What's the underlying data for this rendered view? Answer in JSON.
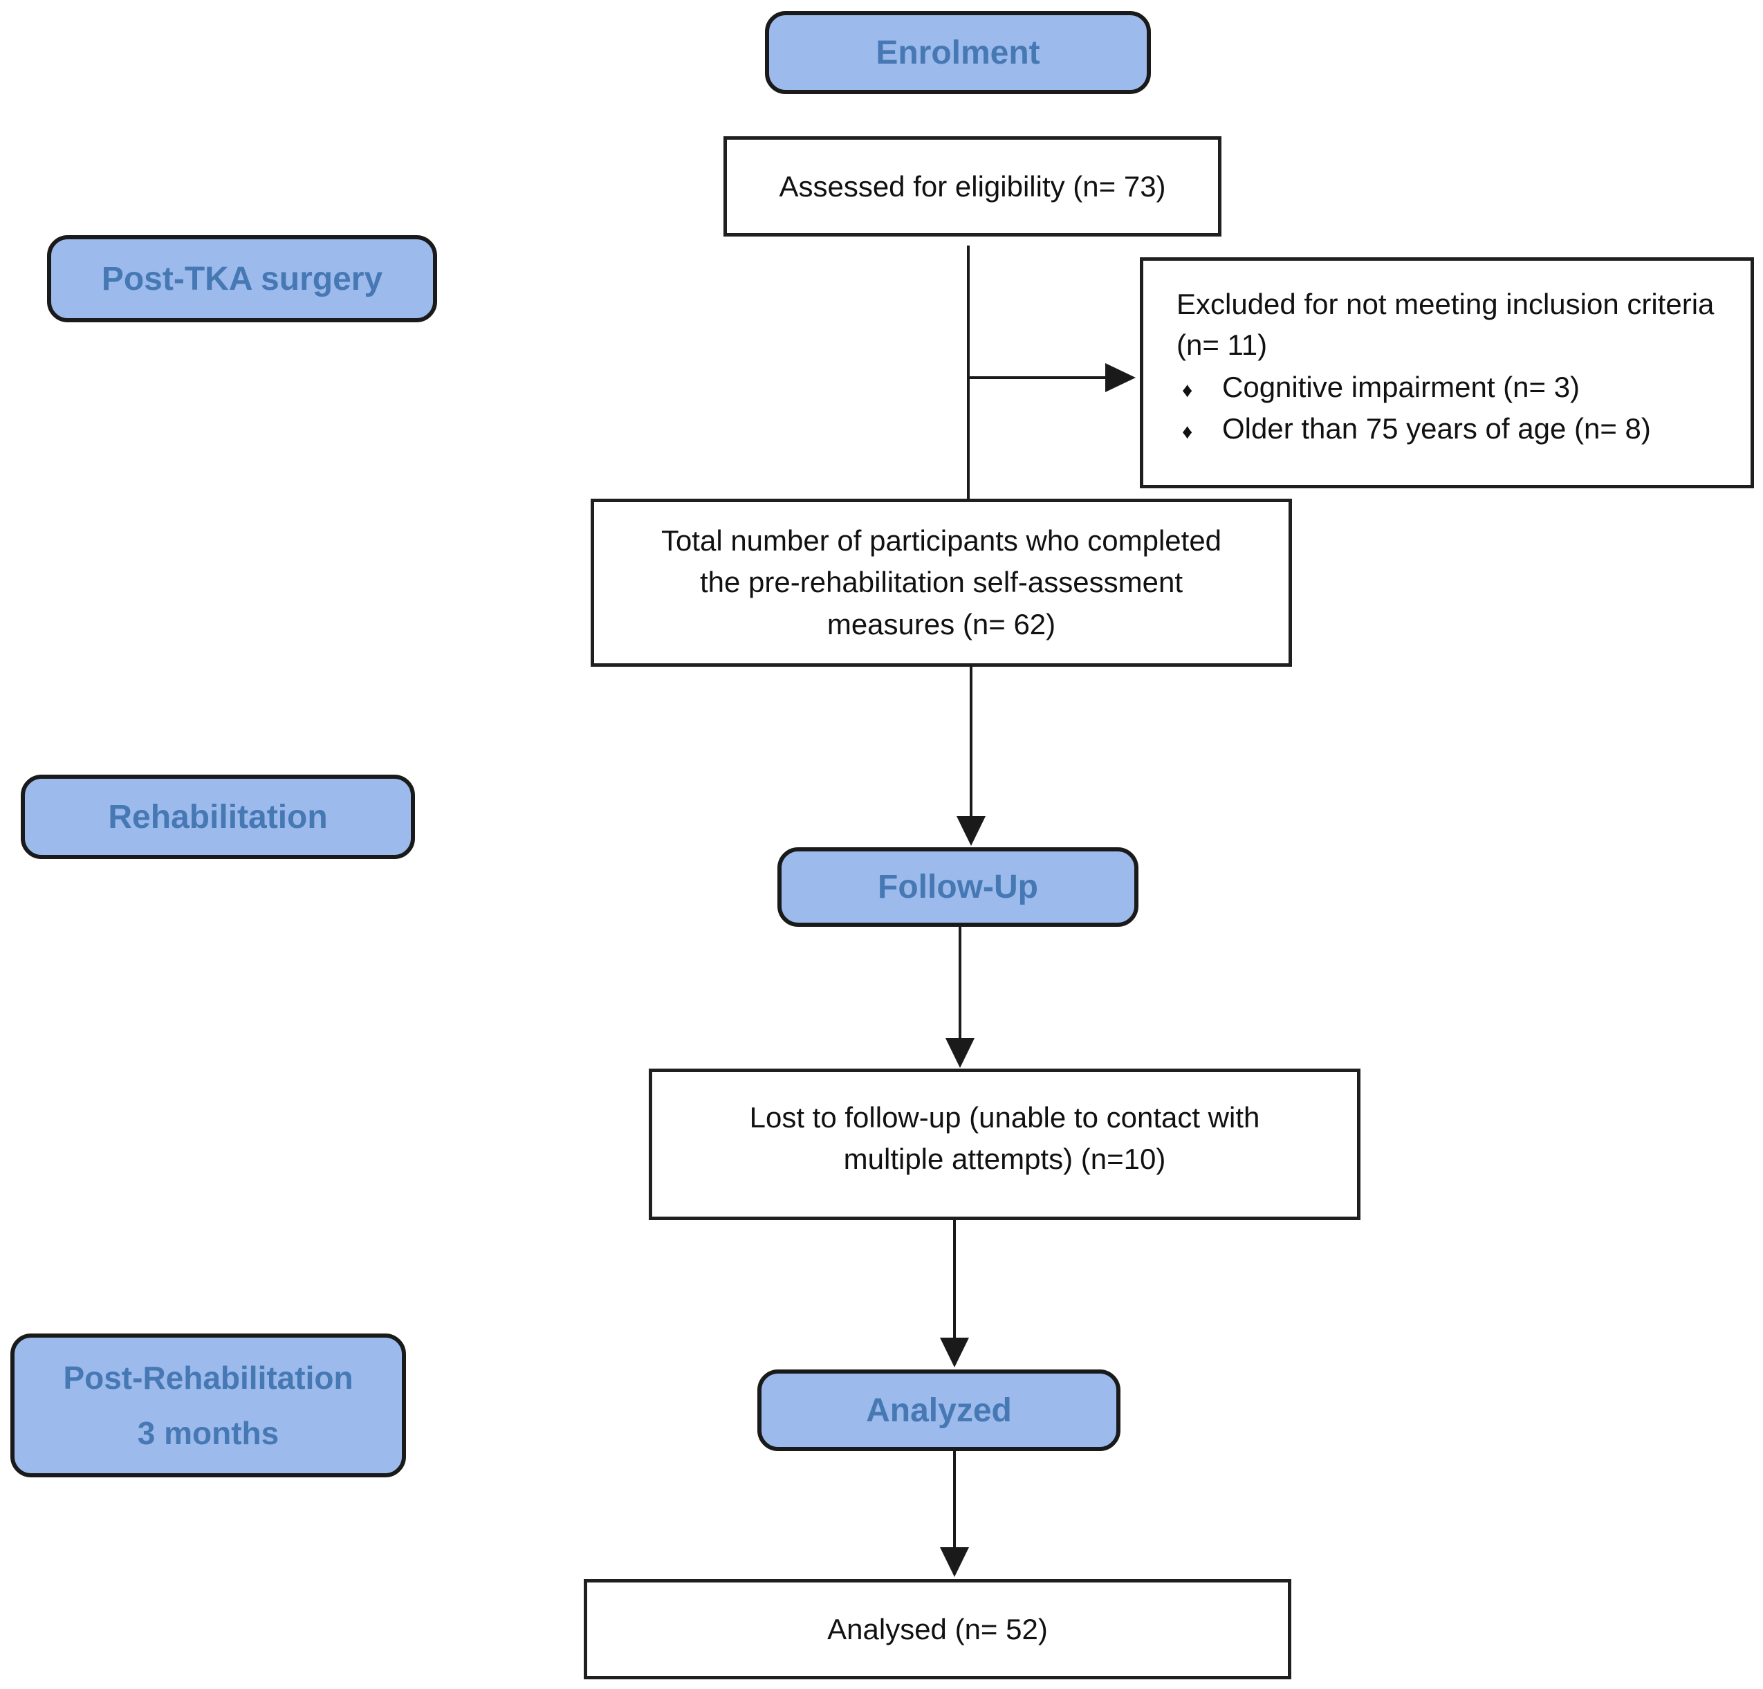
{
  "stage_labels": {
    "enrolment": "Enrolment",
    "post_tka": "Post-TKA surgery",
    "rehabilitation": "Rehabilitation",
    "follow_up": "Follow-Up",
    "post_rehab_line1": "Post-Rehabilitation",
    "post_rehab_line2": "3 months",
    "analyzed": "Analyzed"
  },
  "flow_boxes": {
    "assessed": "Assessed for eligibility (n= 73)",
    "excluded": {
      "header": "Excluded for not meeting inclusion criteria (n= 11)",
      "bullet_icon": "♦",
      "items": [
        "Cognitive impairment (n= 3)",
        "Older than 75 years of age (n= 8)"
      ]
    },
    "total": {
      "lines": [
        "Total number of participants who completed",
        "the pre-rehabilitation self-assessment",
        "measures (n= 62)"
      ]
    },
    "lost": {
      "lines": [
        "Lost to follow-up (unable to contact with",
        "multiple attempts) (n=10)"
      ]
    },
    "analysed": "Analysed (n= 52)"
  },
  "colors": {
    "stage_fill": "#9cbaeb",
    "stage_border": "#1a1a1a",
    "stage_text": "#4678b4",
    "box_border": "#1f1f1f",
    "box_text": "#111111",
    "arrow": "#1a1a1a",
    "background": "#ffffff"
  }
}
